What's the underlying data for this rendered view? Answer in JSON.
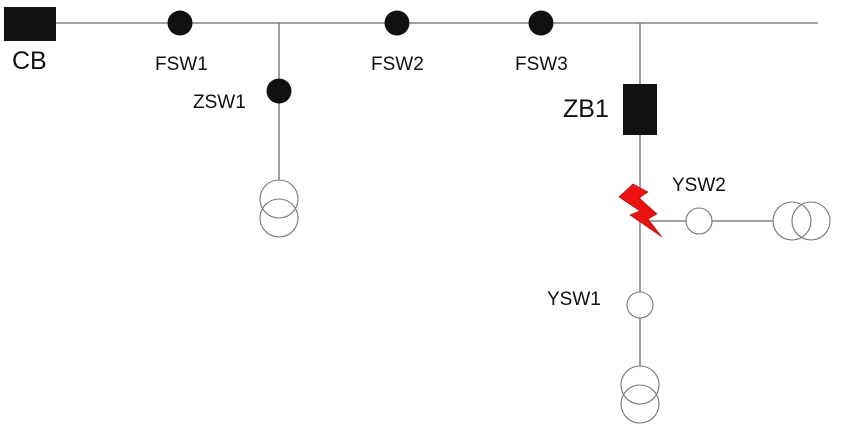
{
  "labels": {
    "cb": "CB",
    "fsw1": "FSW1",
    "fsw2": "FSW2",
    "fsw3": "FSW3",
    "zsw1": "ZSW1",
    "zb1": "ZB1",
    "ysw1": "YSW1",
    "ysw2": "YSW2"
  },
  "colors": {
    "fault": "#ee1111",
    "closed_switch": "#111111",
    "breaker": "#111111"
  },
  "icons": {
    "fault": "lightning-bolt-icon",
    "transformer": "transformer-icon"
  }
}
